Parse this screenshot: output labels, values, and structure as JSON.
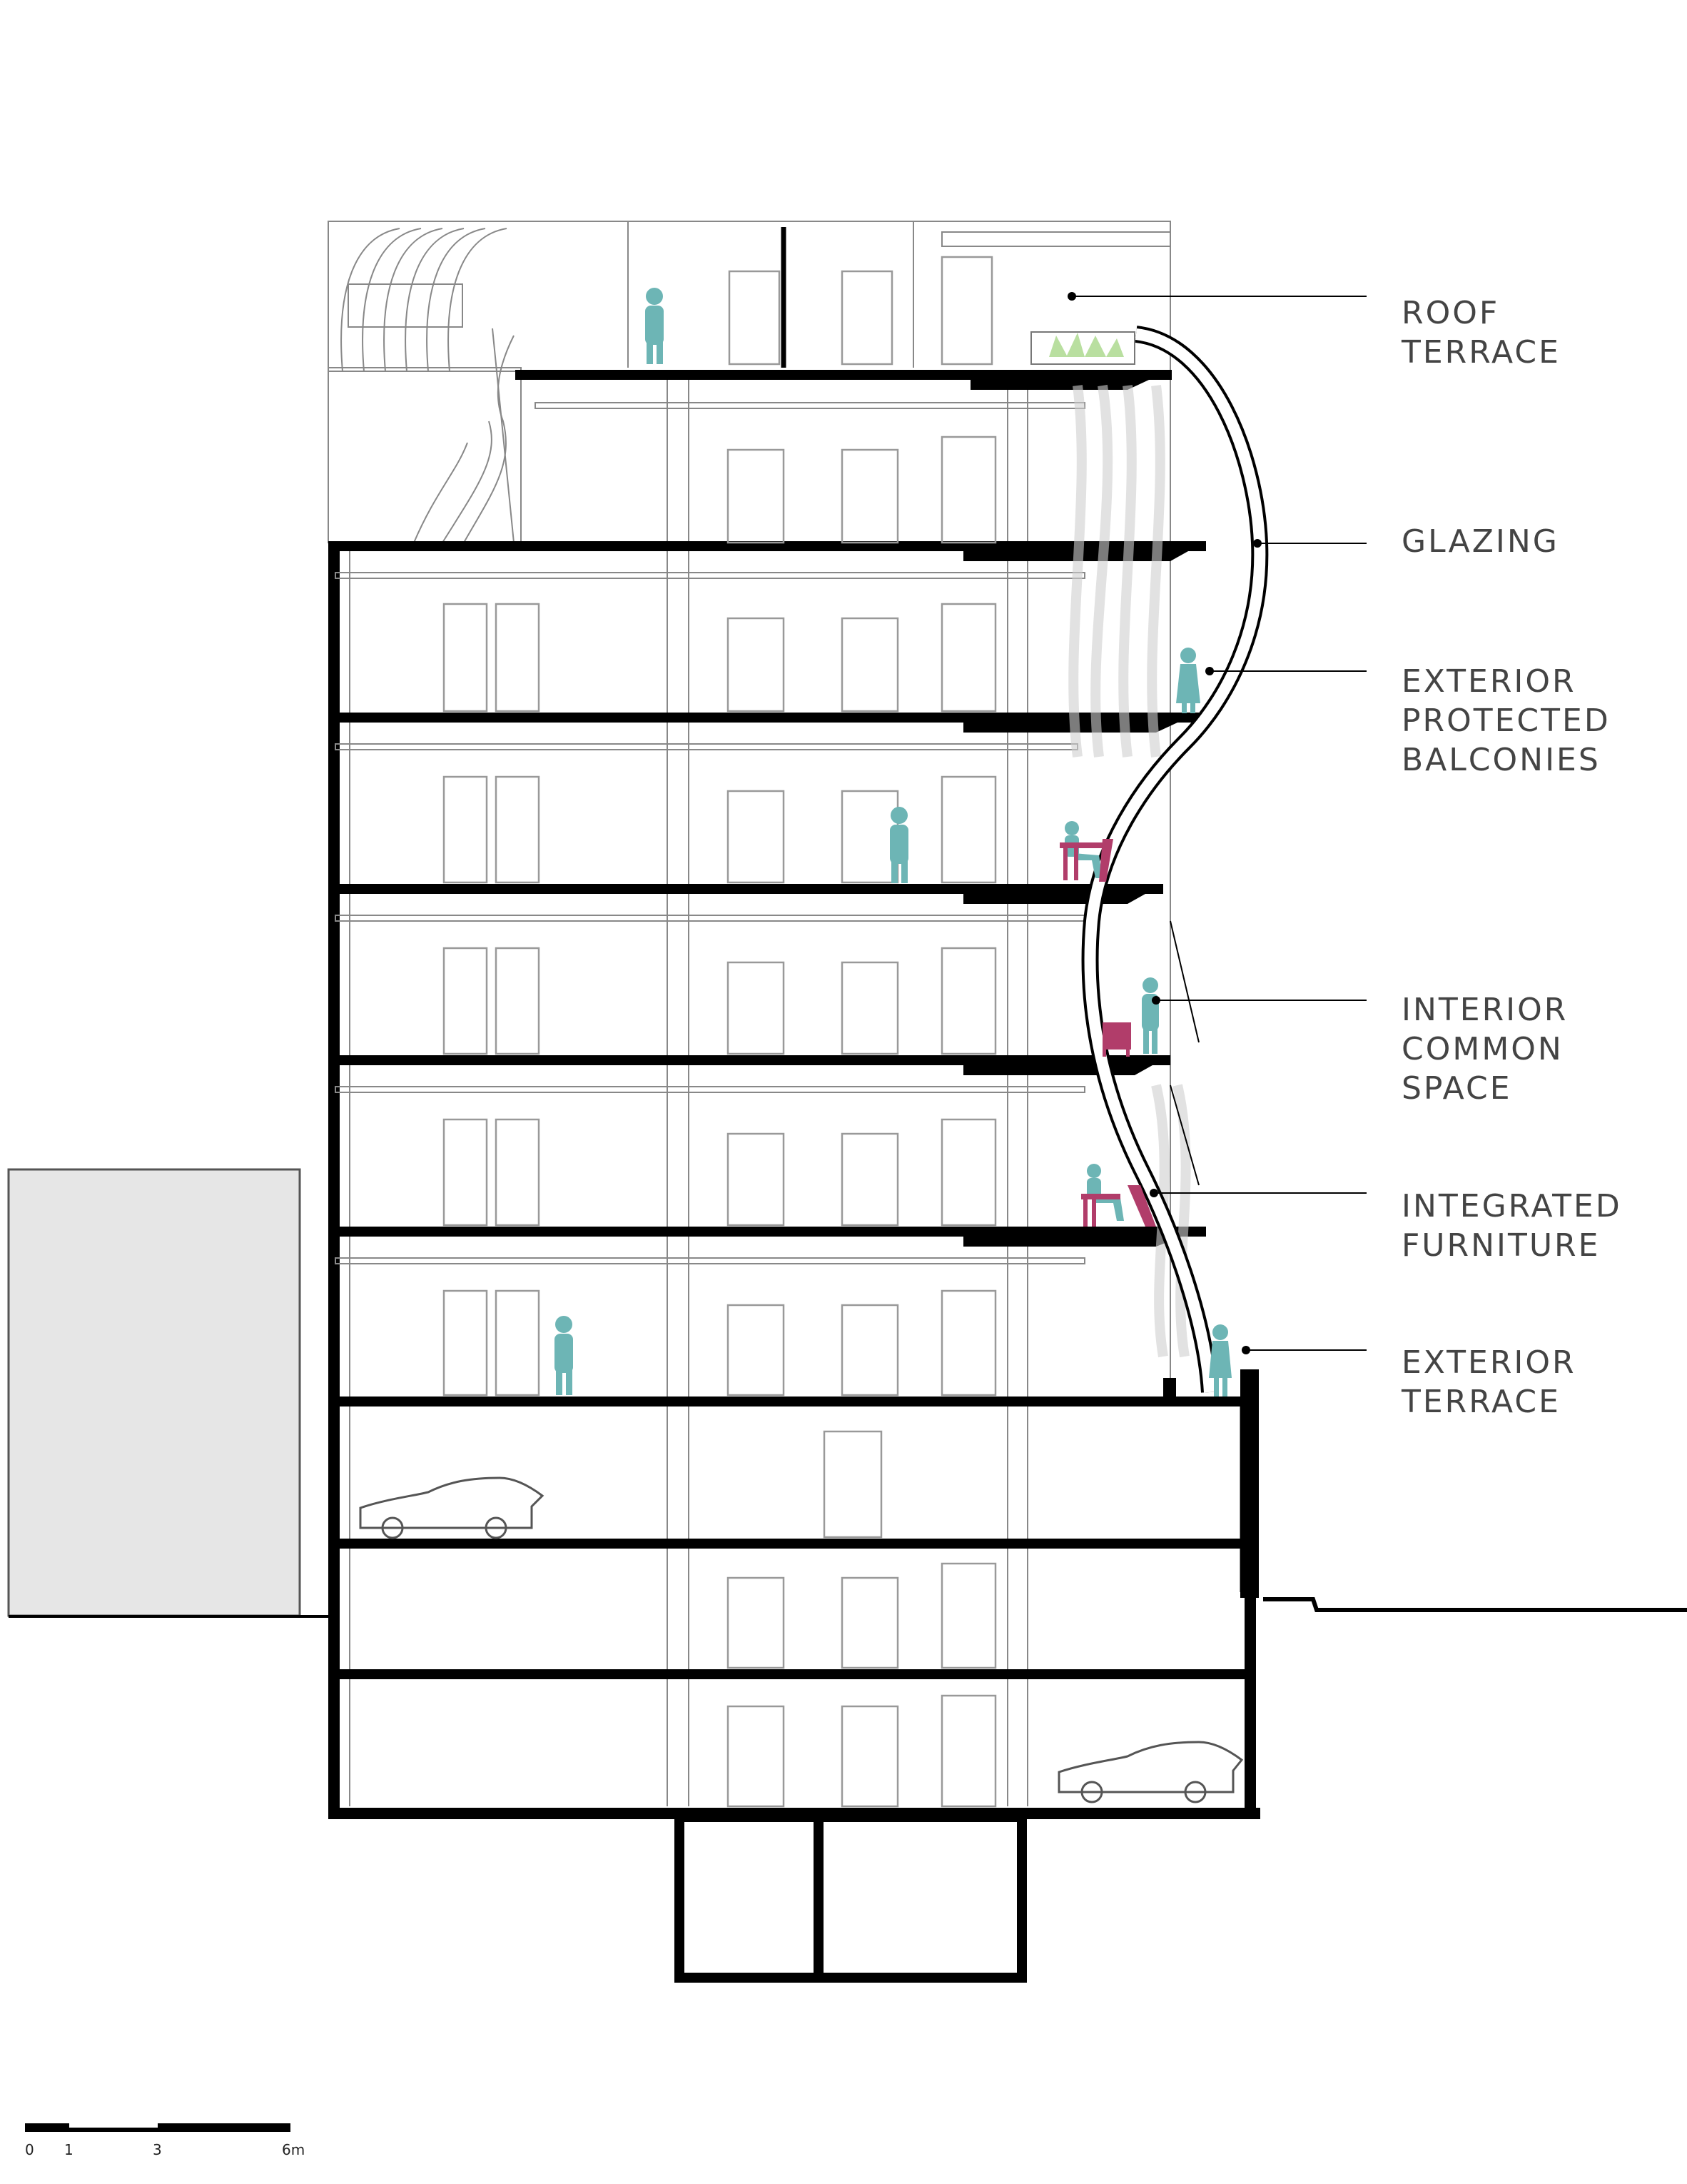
{
  "labels": {
    "roof_terrace": [
      "ROOF",
      "TERRACE"
    ],
    "glazing": [
      "GLAZING"
    ],
    "exterior_balconies": [
      "EXTERIOR",
      "PROTECTED",
      "BALCONIES"
    ],
    "interior_common": [
      "INTERIOR",
      "COMMON",
      "SPACE"
    ],
    "integrated_furniture": [
      "INTEGRATED",
      "FURNITURE"
    ],
    "exterior_terrace": [
      "EXTERIOR",
      "TERRACE"
    ]
  },
  "scale_bar": {
    "ticks": [
      "0",
      "1",
      "3",
      "6m"
    ]
  },
  "colors": {
    "person": "#6db5b5",
    "furniture": "#b13d6a",
    "neighbor": "#e6e6e6"
  }
}
